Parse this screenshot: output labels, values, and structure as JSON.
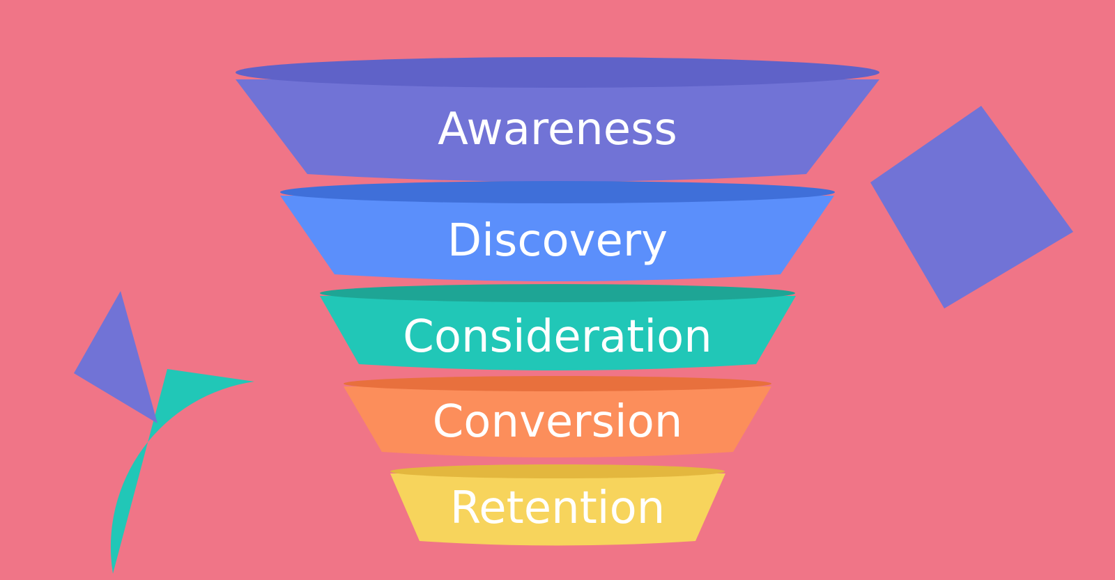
{
  "background_color": "#f07587",
  "funnel": {
    "stages": [
      {
        "label": "Awareness",
        "color": "#7173d6",
        "rim_color": "#5f62c8"
      },
      {
        "label": "Discovery",
        "color": "#5b8ffb",
        "rim_color": "#3f6fd9"
      },
      {
        "label": "Consideration",
        "color": "#21c7b7",
        "rim_color": "#1ea595"
      },
      {
        "label": "Conversion",
        "color": "#fc8e5b",
        "rim_color": "#e8703d"
      },
      {
        "label": "Retention",
        "color": "#f7d45c",
        "rim_color": "#e3b73e"
      }
    ]
  },
  "decorations": {
    "diamond_color": "#7173d6",
    "triangle_color": "#7173d6",
    "arc_color": "#21c7b7"
  }
}
